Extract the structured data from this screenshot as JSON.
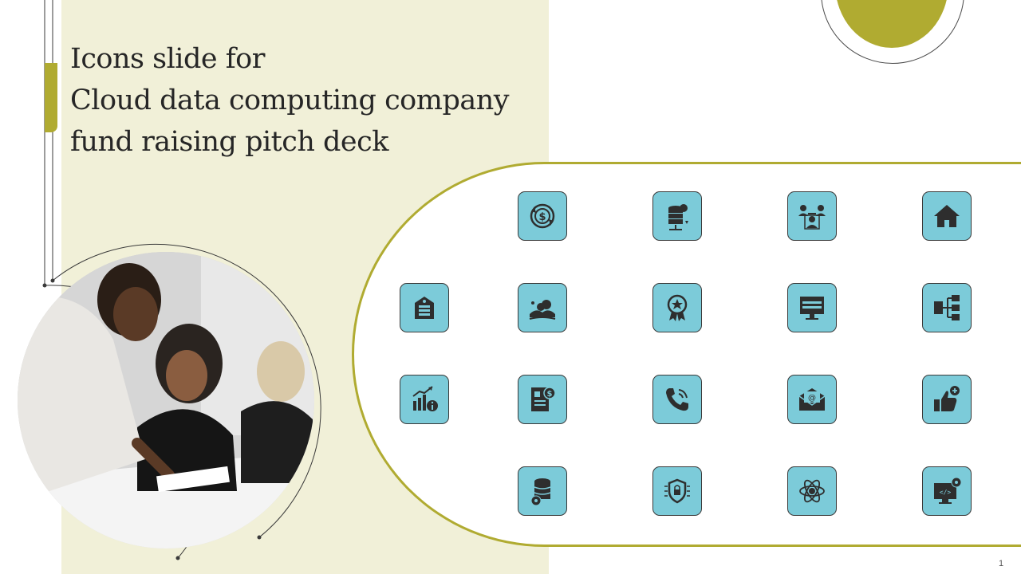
{
  "slide": {
    "title_lines": [
      "Icons slide for",
      "Cloud data computing company",
      "fund raising pitch deck"
    ],
    "page_number": "1"
  },
  "colors": {
    "accent": "#b0ab31",
    "panel": "#f1f0d8",
    "tile": "#7ccbd9",
    "icon": "#2e2e2e"
  },
  "photo": {
    "description_icon": "team-meeting-photo"
  },
  "icons": [
    "dollar-cycle-icon",
    "cloud-database-icon",
    "team-network-icon",
    "home-icon",
    "data-center-icon",
    "cloud-landscape-icon",
    "award-badge-icon",
    "web-monitor-icon",
    "hierarchy-chart-icon",
    "growth-info-chart-icon",
    "invoice-dollar-icon",
    "phone-call-icon",
    "email-envelope-icon",
    "thumbs-up-plus-icon",
    "database-gear-icon",
    "security-shield-icon",
    "atom-data-icon",
    "code-monitor-icon"
  ]
}
